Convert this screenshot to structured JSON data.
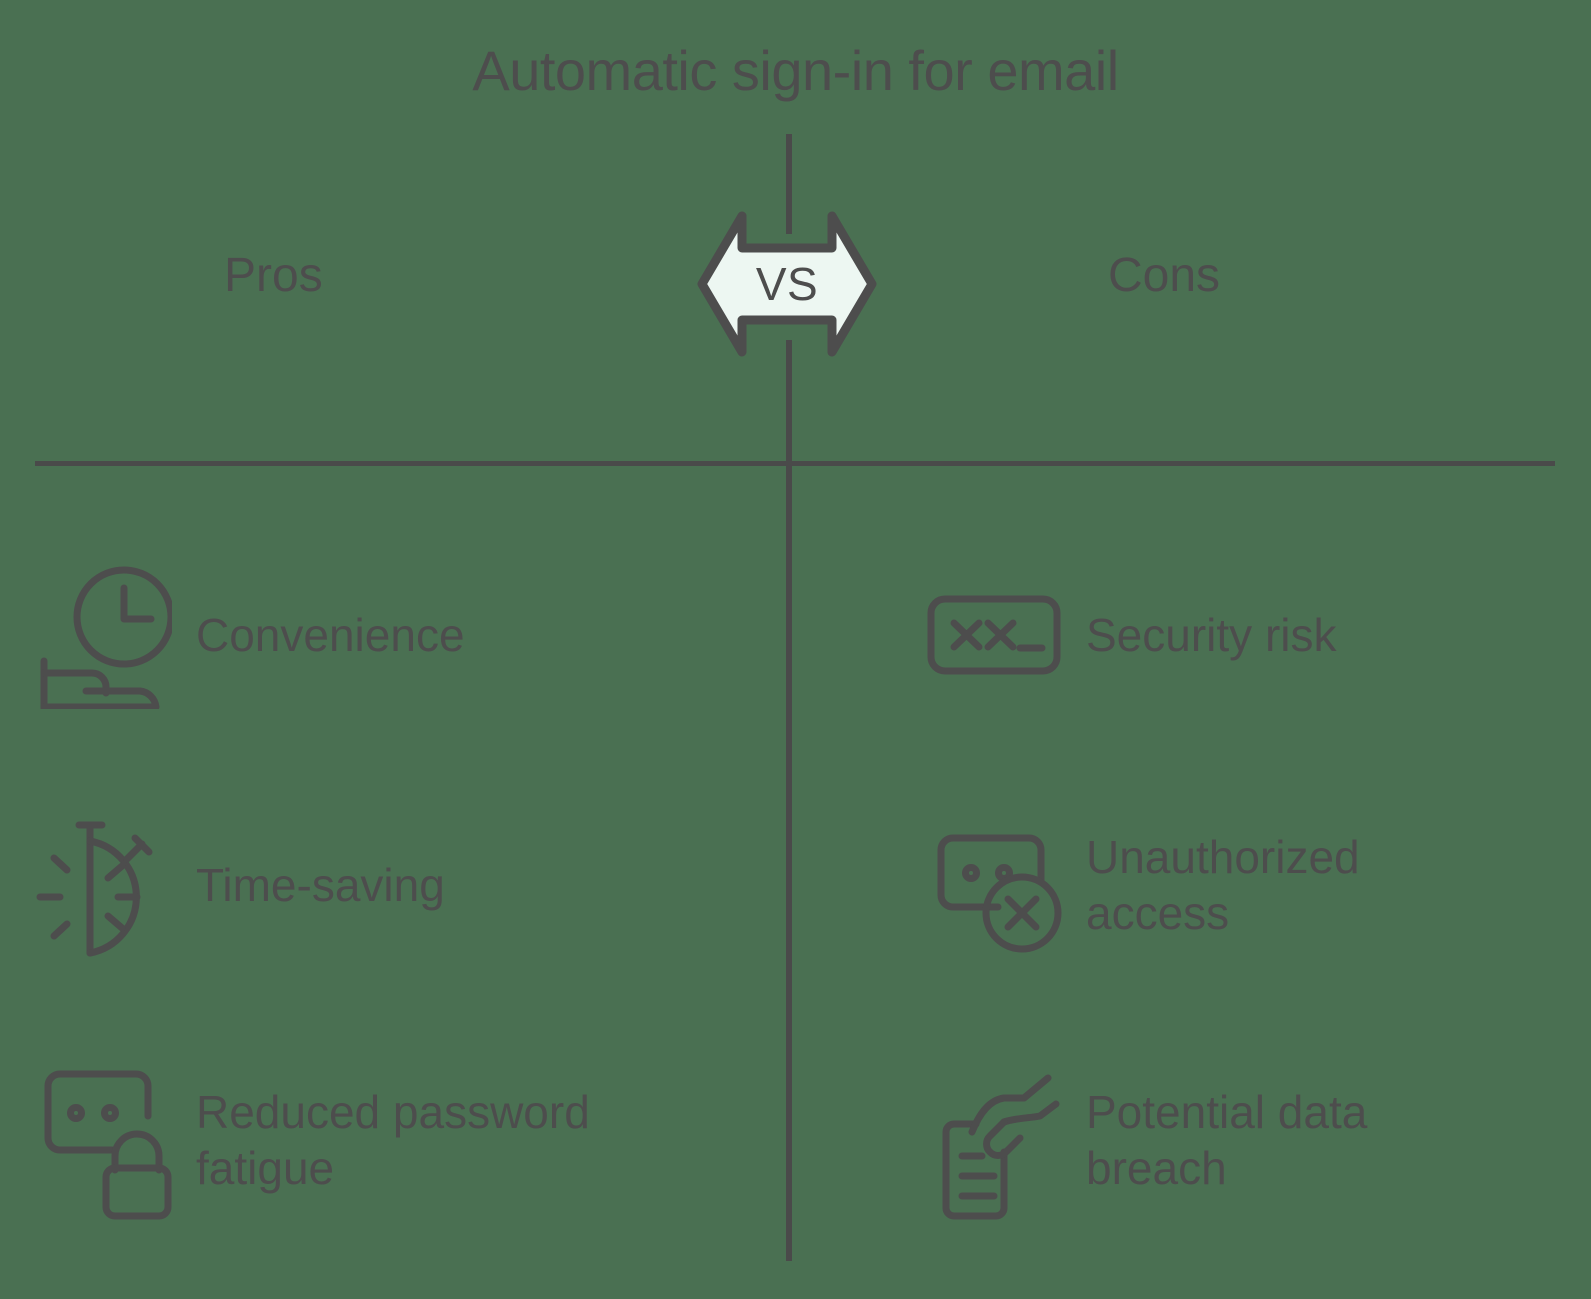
{
  "title": "Automatic sign-in for email",
  "center_badge": {
    "label": "VS",
    "fill_color": "#edf7f2",
    "stroke_color": "#4d4d4d"
  },
  "colors": {
    "background": "#4a7052",
    "ink": "#4d4d4d",
    "divider": "#4a4a4a",
    "badge_fill": "#edf7f2"
  },
  "columns": {
    "pros": {
      "heading": "Pros",
      "items": [
        {
          "icon": "bed-clock-icon",
          "label": "Convenience"
        },
        {
          "icon": "half-stopwatch-speed-icon",
          "label": "Time-saving"
        },
        {
          "icon": "password-field-lock-icon",
          "label": "Reduced password fatigue"
        }
      ]
    },
    "cons": {
      "heading": "Cons",
      "items": [
        {
          "icon": "password-field-cursor-icon",
          "label": "Security risk"
        },
        {
          "icon": "password-field-x-circle-icon",
          "label": "Unauthorized access"
        },
        {
          "icon": "hand-grabbing-document-icon",
          "label": "Potential data breach"
        }
      ]
    }
  }
}
